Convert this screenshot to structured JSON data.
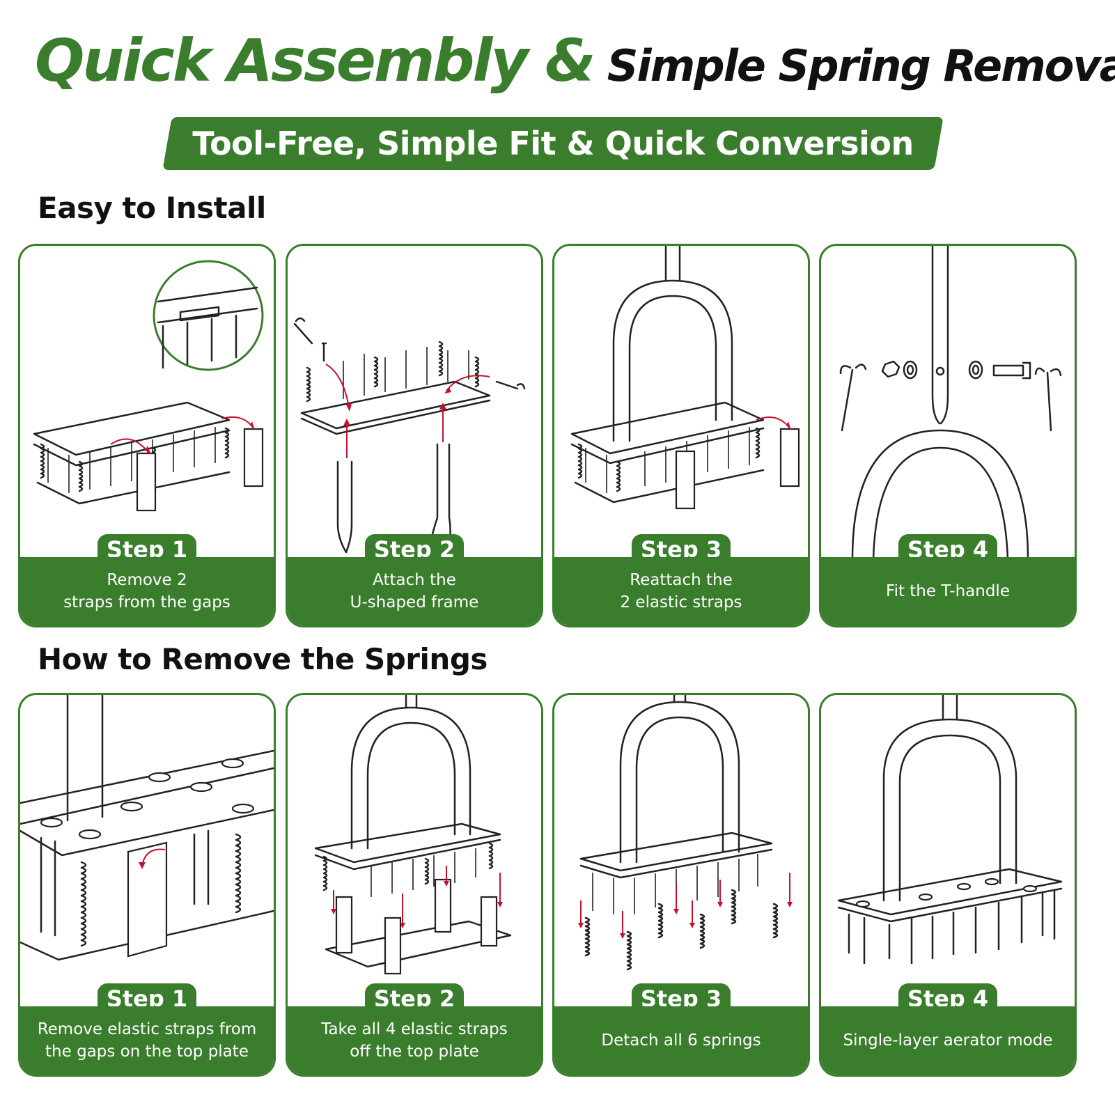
{
  "title": {
    "green": "Quick Assembly &",
    "black": "Simple Spring Removal"
  },
  "banner": "Tool-Free, Simple Fit & Quick Conversion",
  "install": {
    "heading": "Easy to Install",
    "steps": [
      {
        "label": "Step 1",
        "line1": "Remove 2",
        "line2": "straps from the gaps"
      },
      {
        "label": "Step 2",
        "line1": "Attach the",
        "line2": "U-shaped frame"
      },
      {
        "label": "Step 3",
        "line1": "Reattach the",
        "line2": "2 elastic straps"
      },
      {
        "label": "Step 4",
        "line1": "Fit the T-handle",
        "line2": ""
      }
    ]
  },
  "remove": {
    "heading": "How to Remove the Springs",
    "steps": [
      {
        "label": "Step 1",
        "line1": "Remove elastic straps from",
        "line2": "the gaps on the top plate"
      },
      {
        "label": "Step 2",
        "line1": "Take all 4 elastic straps",
        "line2": "off the top plate"
      },
      {
        "label": "Step 3",
        "line1": "Detach all 6 springs",
        "line2": ""
      },
      {
        "label": "Step 4",
        "line1": "Single-layer aerator mode",
        "line2": ""
      }
    ]
  },
  "colors": {
    "accent": "#3a7d2c",
    "arrow": "#c8102e",
    "text": "#111111"
  }
}
